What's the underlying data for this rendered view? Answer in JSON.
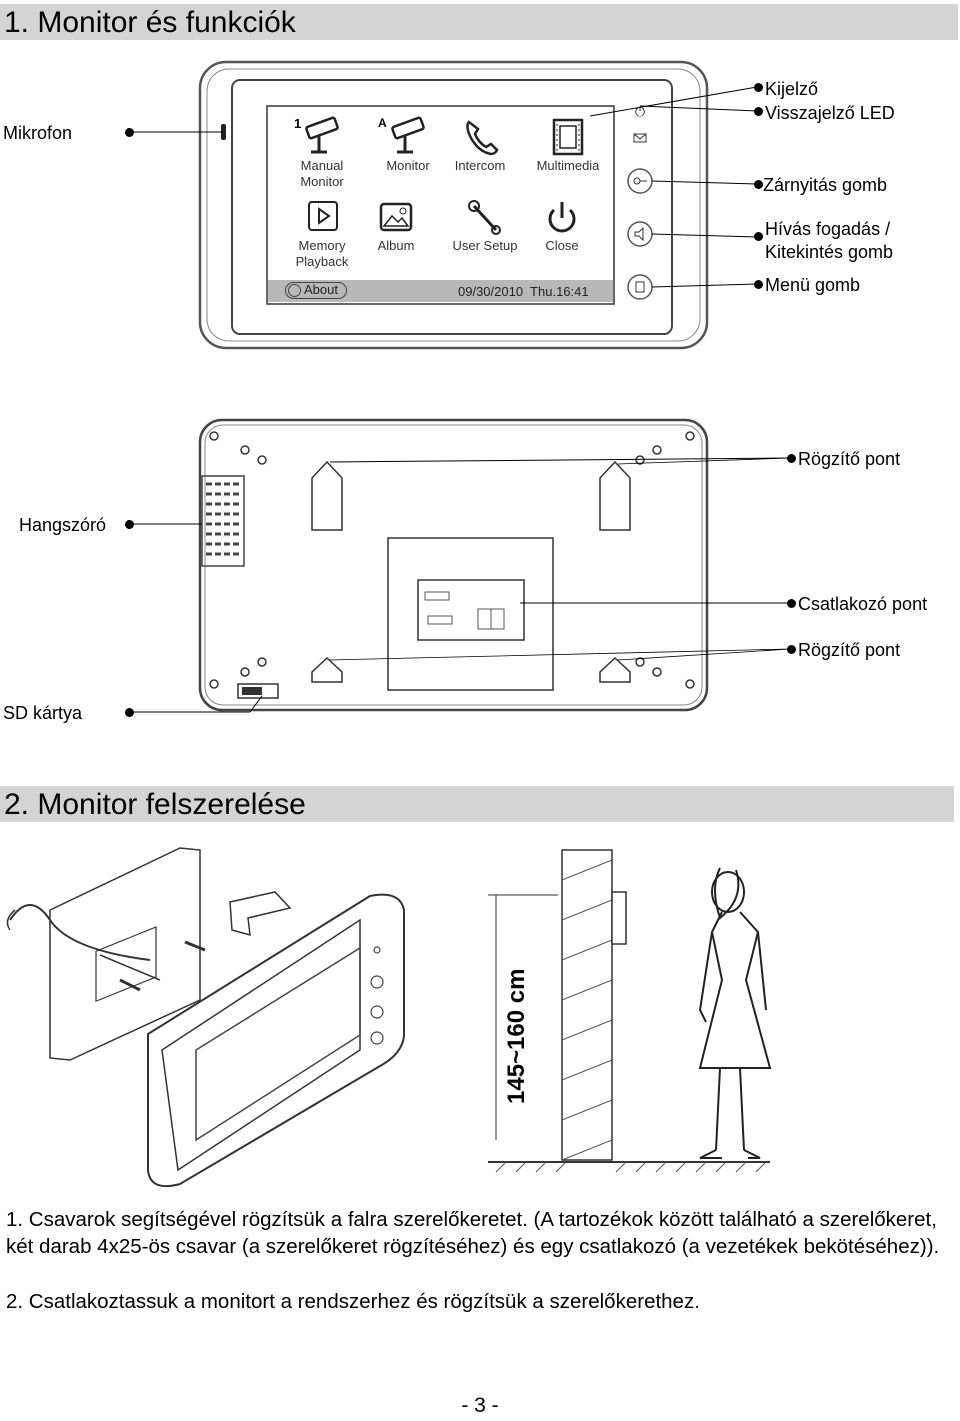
{
  "section1": {
    "title": "1. Monitor és funkciók"
  },
  "front_labels": {
    "mikrofon": "Mikrofon",
    "kijelzo": "Kijelző",
    "led": "Visszajelző LED",
    "zarnyitas": "Zárnyitás gomb",
    "hivas_line1": "Hívás fogadás /",
    "hivas_line2": "Kitekintés gomb",
    "menu": "Menü gomb"
  },
  "screen": {
    "icons_row1": [
      {
        "line1": "Manual",
        "line2": "Monitor",
        "icon": "camera-icon"
      },
      {
        "line1": "Monitor",
        "line2": "",
        "icon": "camera-icon"
      },
      {
        "line1": "Intercom",
        "line2": "",
        "icon": "phone-icon"
      },
      {
        "line1": "Multimedia",
        "line2": "",
        "icon": "film-icon"
      }
    ],
    "icons_row2": [
      {
        "line1": "Memory",
        "line2": "Playback",
        "icon": "play-icon"
      },
      {
        "line1": "Album",
        "line2": "",
        "icon": "picture-icon"
      },
      {
        "line1": "User Setup",
        "line2": "",
        "icon": "wrench-icon"
      },
      {
        "line1": "Close",
        "line2": "",
        "icon": "power-icon"
      }
    ],
    "badge1": "1",
    "badgeA": "A",
    "about": "About",
    "datetime": "09/30/2010  Thu.16:41"
  },
  "back_labels": {
    "rogzito1": "Rögzítő pont",
    "hangszoro": "Hangszóró",
    "csatlakozo": "Csatlakozó pont",
    "rogzito2": "Rögzítő pont",
    "sd": "SD kártya"
  },
  "section2": {
    "title": "2. Monitor felszerelése"
  },
  "height_label": "145~160 cm",
  "paragraphs": {
    "p1": "1. Csavarok segítségével rögzítsük a falra szerelőkeretet. (A tartozékok között található a szerelőkeret, két darab 4x25-ös csavar (a szerelőkeret rögzítéséhez) és egy csatlakozó (a vezetékek bekötéséhez)).",
    "p2": "2. Csatlakoztassuk a monitort a rendszerhez és rögzítsük a szerelőkerethez."
  },
  "page_number": "- 3 -"
}
